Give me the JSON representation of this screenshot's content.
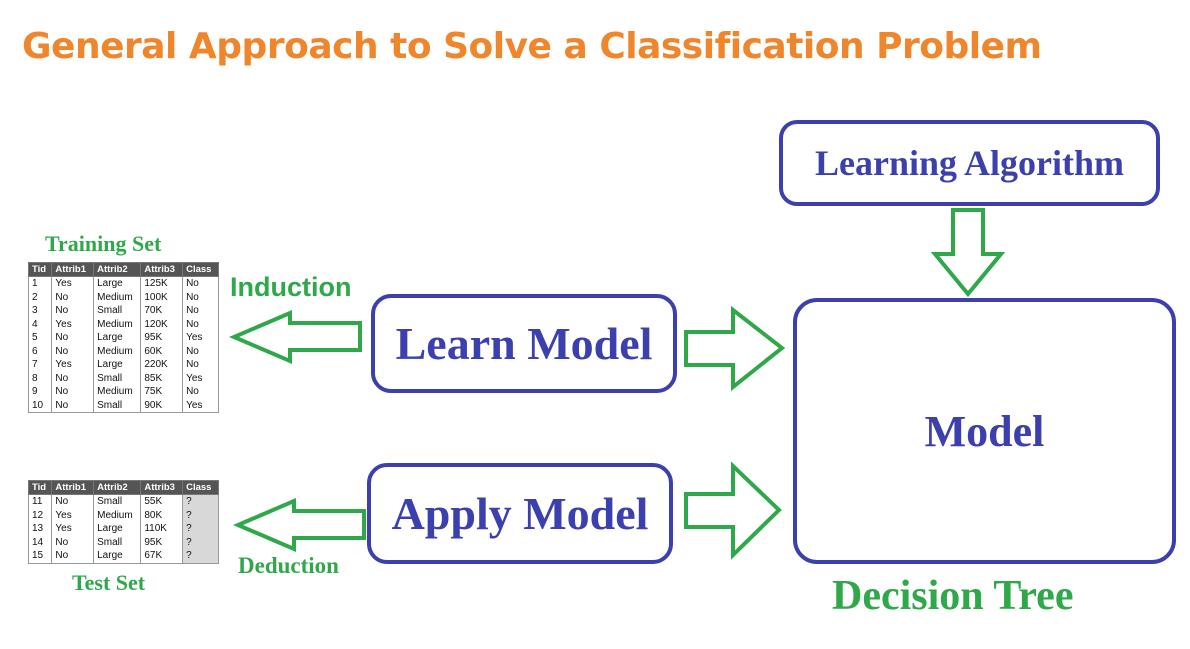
{
  "title": "General Approach to Solve a Classification Problem",
  "boxes": {
    "learning_algorithm": "Learning Algorithm",
    "learn_model": "Learn Model",
    "apply_model": "Apply Model",
    "model": "Model"
  },
  "labels": {
    "training_set": "Training Set",
    "test_set": "Test Set",
    "induction": "Induction",
    "deduction": "Deduction",
    "decision_tree": "Decision Tree"
  },
  "colors": {
    "title": "#f0862c",
    "box_border": "#3c3fae",
    "arrow": "#2fa84a"
  },
  "training_table": {
    "headers": [
      "Tid",
      "Attrib1",
      "Attrib2",
      "Attrib3",
      "Class"
    ],
    "rows": [
      [
        "1",
        "Yes",
        "Large",
        "125K",
        "No"
      ],
      [
        "2",
        "No",
        "Medium",
        "100K",
        "No"
      ],
      [
        "3",
        "No",
        "Small",
        "70K",
        "No"
      ],
      [
        "4",
        "Yes",
        "Medium",
        "120K",
        "No"
      ],
      [
        "5",
        "No",
        "Large",
        "95K",
        "Yes"
      ],
      [
        "6",
        "No",
        "Medium",
        "60K",
        "No"
      ],
      [
        "7",
        "Yes",
        "Large",
        "220K",
        "No"
      ],
      [
        "8",
        "No",
        "Small",
        "85K",
        "Yes"
      ],
      [
        "9",
        "No",
        "Medium",
        "75K",
        "No"
      ],
      [
        "10",
        "No",
        "Small",
        "90K",
        "Yes"
      ]
    ]
  },
  "test_table": {
    "headers": [
      "Tid",
      "Attrib1",
      "Attrib2",
      "Attrib3",
      "Class"
    ],
    "rows": [
      [
        "11",
        "No",
        "Small",
        "55K",
        "?"
      ],
      [
        "12",
        "Yes",
        "Medium",
        "80K",
        "?"
      ],
      [
        "13",
        "Yes",
        "Large",
        "110K",
        "?"
      ],
      [
        "14",
        "No",
        "Small",
        "95K",
        "?"
      ],
      [
        "15",
        "No",
        "Large",
        "67K",
        "?"
      ]
    ]
  }
}
